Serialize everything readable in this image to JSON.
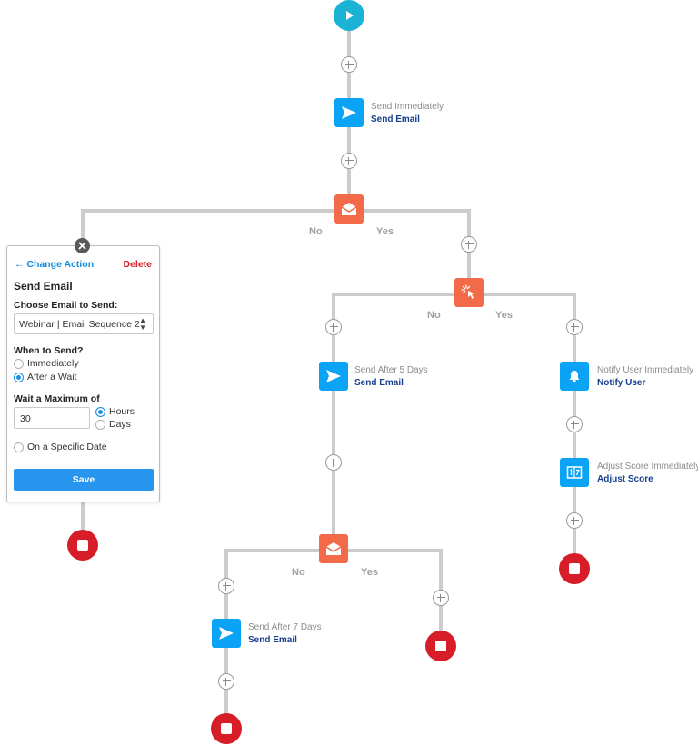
{
  "flow": {
    "start": {
      "icon": "play-icon"
    },
    "send_email_1": {
      "timing": "Send Immediately",
      "action": "Send Email",
      "icon": "send-icon"
    },
    "email_open_condition_1": {
      "icon": "envelope-open-icon",
      "no_label": "No",
      "yes_label": "Yes"
    },
    "click_condition": {
      "icon": "cursor-click-icon",
      "no_label": "No",
      "yes_label": "Yes"
    },
    "send_email_2": {
      "timing": "Send After 5 Days",
      "action": "Send Email",
      "icon": "send-icon"
    },
    "notify_user": {
      "timing": "Notify User Immediately",
      "action": "Notify User",
      "icon": "bell-icon"
    },
    "adjust_score": {
      "timing": "Adjust Score Immediately",
      "action": "Adjust Score",
      "icon": "score-card-icon"
    },
    "email_open_condition_2": {
      "icon": "envelope-open-icon",
      "no_label": "No",
      "yes_label": "Yes"
    },
    "send_email_3": {
      "timing": "Send After 7 Days",
      "action": "Send Email",
      "icon": "send-icon"
    }
  },
  "panel": {
    "change_action": "Change Action",
    "delete": "Delete",
    "title": "Send Email",
    "choose_email_label": "Choose Email to Send:",
    "email_selected": "Webinar | Email Sequence 2",
    "when_label": "When to Send?",
    "when_options": [
      "Immediately",
      "After a Wait"
    ],
    "when_selected": "After a Wait",
    "wait_label": "Wait a Maximum of",
    "wait_value": "30",
    "unit_options": [
      "Hours",
      "Days"
    ],
    "unit_selected": "Hours",
    "specific_date_label": "On a Specific Date",
    "save": "Save"
  },
  "colors": {
    "connector": "#cccccc",
    "action_blue": "#0aa3f5",
    "condition_orange": "#f26a48",
    "start_teal": "#1ab3d6",
    "stop_red": "#d71e28",
    "link_blue": "#163f8f",
    "save_blue": "#2896ee"
  }
}
